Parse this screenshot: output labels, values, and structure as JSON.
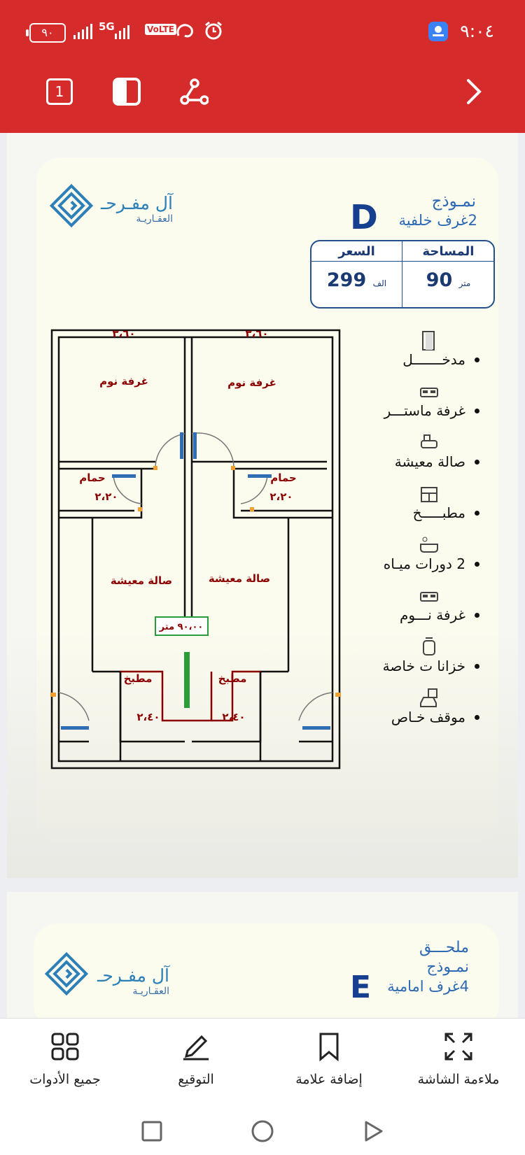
{
  "status_bar": {
    "battery": "٩٠",
    "network": "5G",
    "volte": "VoLTE",
    "time": "٩:٠٤"
  },
  "toolbar": {
    "page_count": "1"
  },
  "card_d": {
    "logo_name": "آل مفـرحـ",
    "logo_sub": "العقـاريـة",
    "model_label": "نمـوذج",
    "model_letter": "D",
    "model_subtitle": "2غرف خلفية",
    "area_label": "المساحة",
    "area_value": "90",
    "area_unit": "متر",
    "price_label": "السعر",
    "price_value": "299",
    "price_unit": "الف",
    "features": [
      "مدخـــــــل",
      "غرفة ماستـــر",
      "صالة معيشة",
      "مطبـــــخ",
      "2 دورات ميـاه",
      "غرفة نـــوم",
      "خزانا ت خاصة",
      "موقف خـاص"
    ],
    "plan": {
      "area_badge": "٩٠،٠٠ متر",
      "rooms": [
        "غرفة نوم",
        "غرفة نوم",
        "حمام",
        "حمام",
        "صالة معيشة",
        "صالة معيشة",
        "مطبخ",
        "مطبخ"
      ],
      "dims": [
        "٣،٦٠",
        "٣،٦٠",
        "٢،٢٠",
        "٢،٢٠",
        "٢،٤٠",
        "٢،٤٠"
      ]
    }
  },
  "card_e": {
    "logo_name": "آل مفـرحـ",
    "logo_sub": "العقـاريـة",
    "label": "ملحـــق",
    "model_label": "نمـوذج",
    "model_letter": "E",
    "model_subtitle": "4غرف امامية"
  },
  "bottom_bar": {
    "tools": [
      "ملاءمة الشاشة",
      "إضافة علامة",
      "التوقيع",
      "جميع الأدوات"
    ]
  }
}
